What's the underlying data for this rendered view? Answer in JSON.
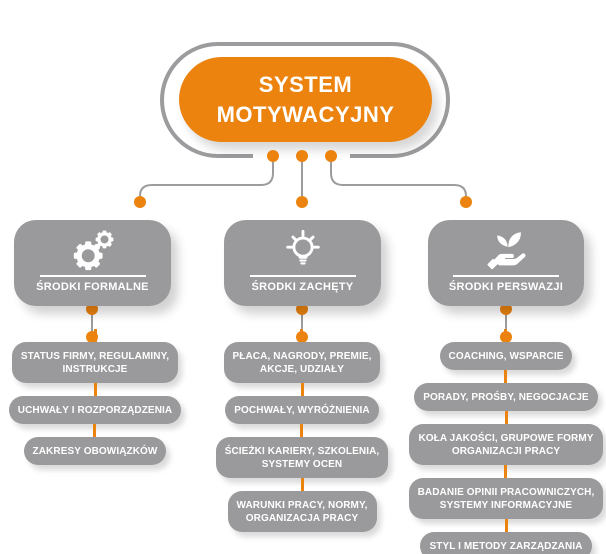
{
  "title": {
    "line1": "SYSTEM",
    "line2": "MOTYWACYJNY"
  },
  "colors": {
    "accent_orange": "#EC830F",
    "box_gray": "#9A999B",
    "line_gray": "#9C9B9D",
    "text_white": "#FFFFFF"
  },
  "branches": [
    {
      "label": "ŚRODKI FORMALNE",
      "icon": "gears-icon",
      "items": [
        {
          "lines": [
            "STATUS FIRMY, REGULAMINY,",
            "INSTRUKCJE"
          ]
        },
        {
          "lines": [
            "UCHWAŁY I ROZPORZĄDZENIA"
          ]
        },
        {
          "lines": [
            "ZAKRESY OBOWIĄZKÓW"
          ]
        }
      ]
    },
    {
      "label": "ŚRODKI ZACHĘTY",
      "icon": "lightbulb-icon",
      "items": [
        {
          "lines": [
            "PŁACA, NAGRODY, PREMIE,",
            "AKCJE, UDZIAŁY"
          ]
        },
        {
          "lines": [
            "POCHWAŁY, WYRÓŻNIENIA"
          ]
        },
        {
          "lines": [
            "ŚCIEŻKI KARIERY, SZKOLENIA,",
            "SYSTEMY OCEN"
          ]
        },
        {
          "lines": [
            "WARUNKI PRACY, NORMY,",
            "ORGANIZACJA PRACY"
          ]
        }
      ]
    },
    {
      "label": "ŚRODKI PERSWAZJI",
      "icon": "hand-leaf-icon",
      "items": [
        {
          "lines": [
            "COACHING, WSPARCIE"
          ]
        },
        {
          "lines": [
            "PORADY, PROŚBY, NEGOCJACJE"
          ]
        },
        {
          "lines": [
            "KOŁA JAKOŚCI, GRUPOWE FORMY",
            "ORGANIZACJI PRACY"
          ]
        },
        {
          "lines": [
            "BADANIE OPINII PRACOWNICZYCH,",
            "SYSTEMY INFORMACYJNE"
          ]
        },
        {
          "lines": [
            "STYL I METODY ZARZĄDZANIA"
          ]
        }
      ]
    }
  ]
}
